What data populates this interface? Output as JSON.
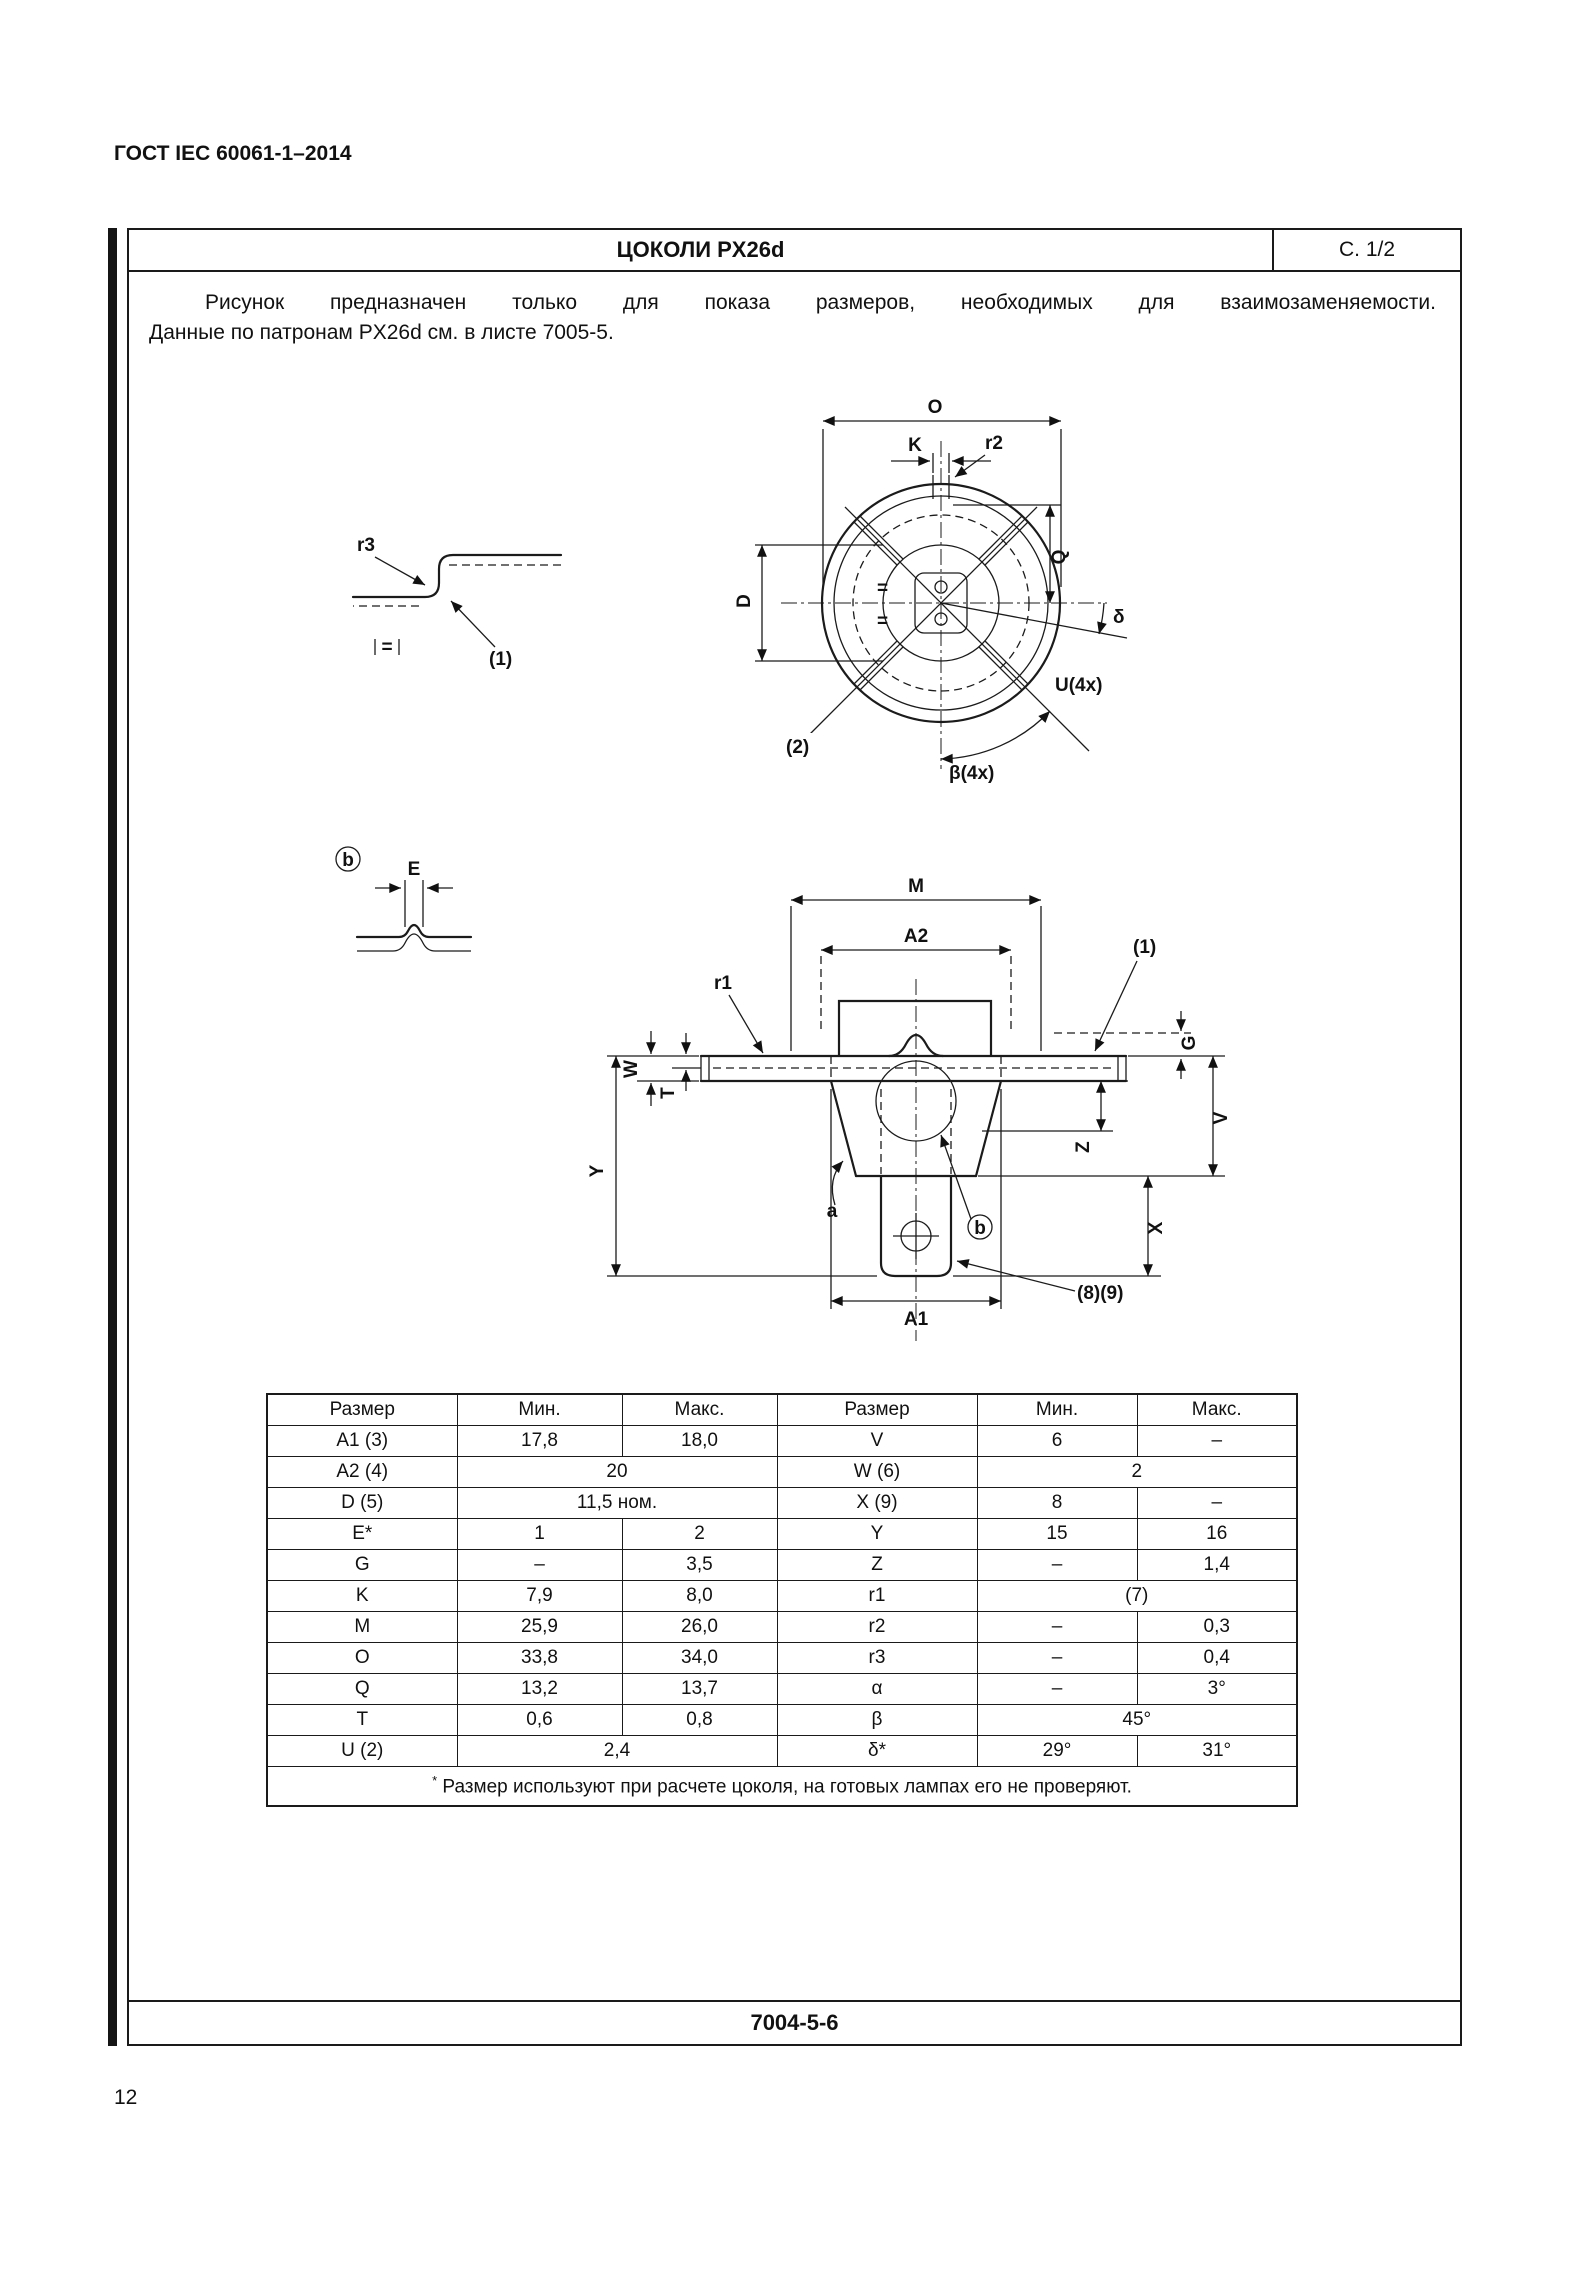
{
  "page": {
    "doc_header": "ГОСТ IEC 60061-1–2014",
    "page_number": "12",
    "sheet_number": "7004-5-6"
  },
  "colors": {
    "ink": "#111111",
    "paper": "#ffffff"
  },
  "title_bar": {
    "title": "ЦОКОЛИ PX26d",
    "page_ref": "С. 1/2"
  },
  "intro": {
    "line1": "Рисунок предназначен только для показа размеров, необходимых для взаимозаменяемости.",
    "line2": "Данные по патронам PX26d см. в листе 7005-5."
  },
  "drawing": {
    "detail_r3": {
      "r3": "r3",
      "eq": "=",
      "ref1": "(1)"
    },
    "top_view": {
      "o": "O",
      "k": "K",
      "r2": "r2",
      "q": "Q",
      "d": "D",
      "delta": "δ",
      "u4x": "U(4x)",
      "ref2": "(2)",
      "beta4x": "β(4x)",
      "eq": "="
    },
    "detail_b": {
      "b": "b",
      "e": "E"
    },
    "side_view": {
      "m": "M",
      "a2": "A2",
      "ref1": "(1)",
      "r1": "r1",
      "g": "G",
      "w": "W",
      "t": "T",
      "y": "Y",
      "z": "Z",
      "v": "V",
      "x": "X",
      "a": "a",
      "b": "b",
      "a1": "A1",
      "ref89": "(8)(9)"
    }
  },
  "table": {
    "headers": [
      "Размер",
      "Мин.",
      "Макс.",
      "Размер",
      "Мин.",
      "Макс."
    ],
    "rows": [
      [
        {
          "t": "A1 (3)"
        },
        {
          "t": "17,8"
        },
        {
          "t": "18,0"
        },
        {
          "t": "V"
        },
        {
          "t": "6"
        },
        {
          "t": "–"
        }
      ],
      [
        {
          "t": "A2 (4)"
        },
        {
          "t": "20",
          "span": 2
        },
        {
          "t": "W (6)"
        },
        {
          "t": "2",
          "span": 2
        }
      ],
      [
        {
          "t": "D (5)"
        },
        {
          "t": "11,5 ном.",
          "span": 2
        },
        {
          "t": "X (9)"
        },
        {
          "t": "8"
        },
        {
          "t": "–"
        }
      ],
      [
        {
          "t": "E*"
        },
        {
          "t": "1"
        },
        {
          "t": "2"
        },
        {
          "t": "Y"
        },
        {
          "t": "15"
        },
        {
          "t": "16"
        }
      ],
      [
        {
          "t": "G"
        },
        {
          "t": "–"
        },
        {
          "t": "3,5"
        },
        {
          "t": "Z"
        },
        {
          "t": "–"
        },
        {
          "t": "1,4"
        }
      ],
      [
        {
          "t": "K"
        },
        {
          "t": "7,9"
        },
        {
          "t": "8,0"
        },
        {
          "t": "r1"
        },
        {
          "t": "(7)",
          "span": 2
        }
      ],
      [
        {
          "t": "M"
        },
        {
          "t": "25,9"
        },
        {
          "t": "26,0"
        },
        {
          "t": "r2"
        },
        {
          "t": "–"
        },
        {
          "t": "0,3"
        }
      ],
      [
        {
          "t": "O"
        },
        {
          "t": "33,8"
        },
        {
          "t": "34,0"
        },
        {
          "t": "r3"
        },
        {
          "t": "–"
        },
        {
          "t": "0,4"
        }
      ],
      [
        {
          "t": "Q"
        },
        {
          "t": "13,2"
        },
        {
          "t": "13,7"
        },
        {
          "t": "α"
        },
        {
          "t": "–"
        },
        {
          "t": "3°"
        }
      ],
      [
        {
          "t": "T"
        },
        {
          "t": "0,6"
        },
        {
          "t": "0,8"
        },
        {
          "t": "β"
        },
        {
          "t": "45°",
          "span": 2
        }
      ],
      [
        {
          "t": "U (2)"
        },
        {
          "t": "2,4",
          "span": 2
        },
        {
          "t": "δ*"
        },
        {
          "t": "29°"
        },
        {
          "t": "31°"
        }
      ]
    ],
    "footnote_star": "*",
    "footnote_text": "Размер используют при расчете цоколя, на готовых лампах его не проверяют."
  }
}
